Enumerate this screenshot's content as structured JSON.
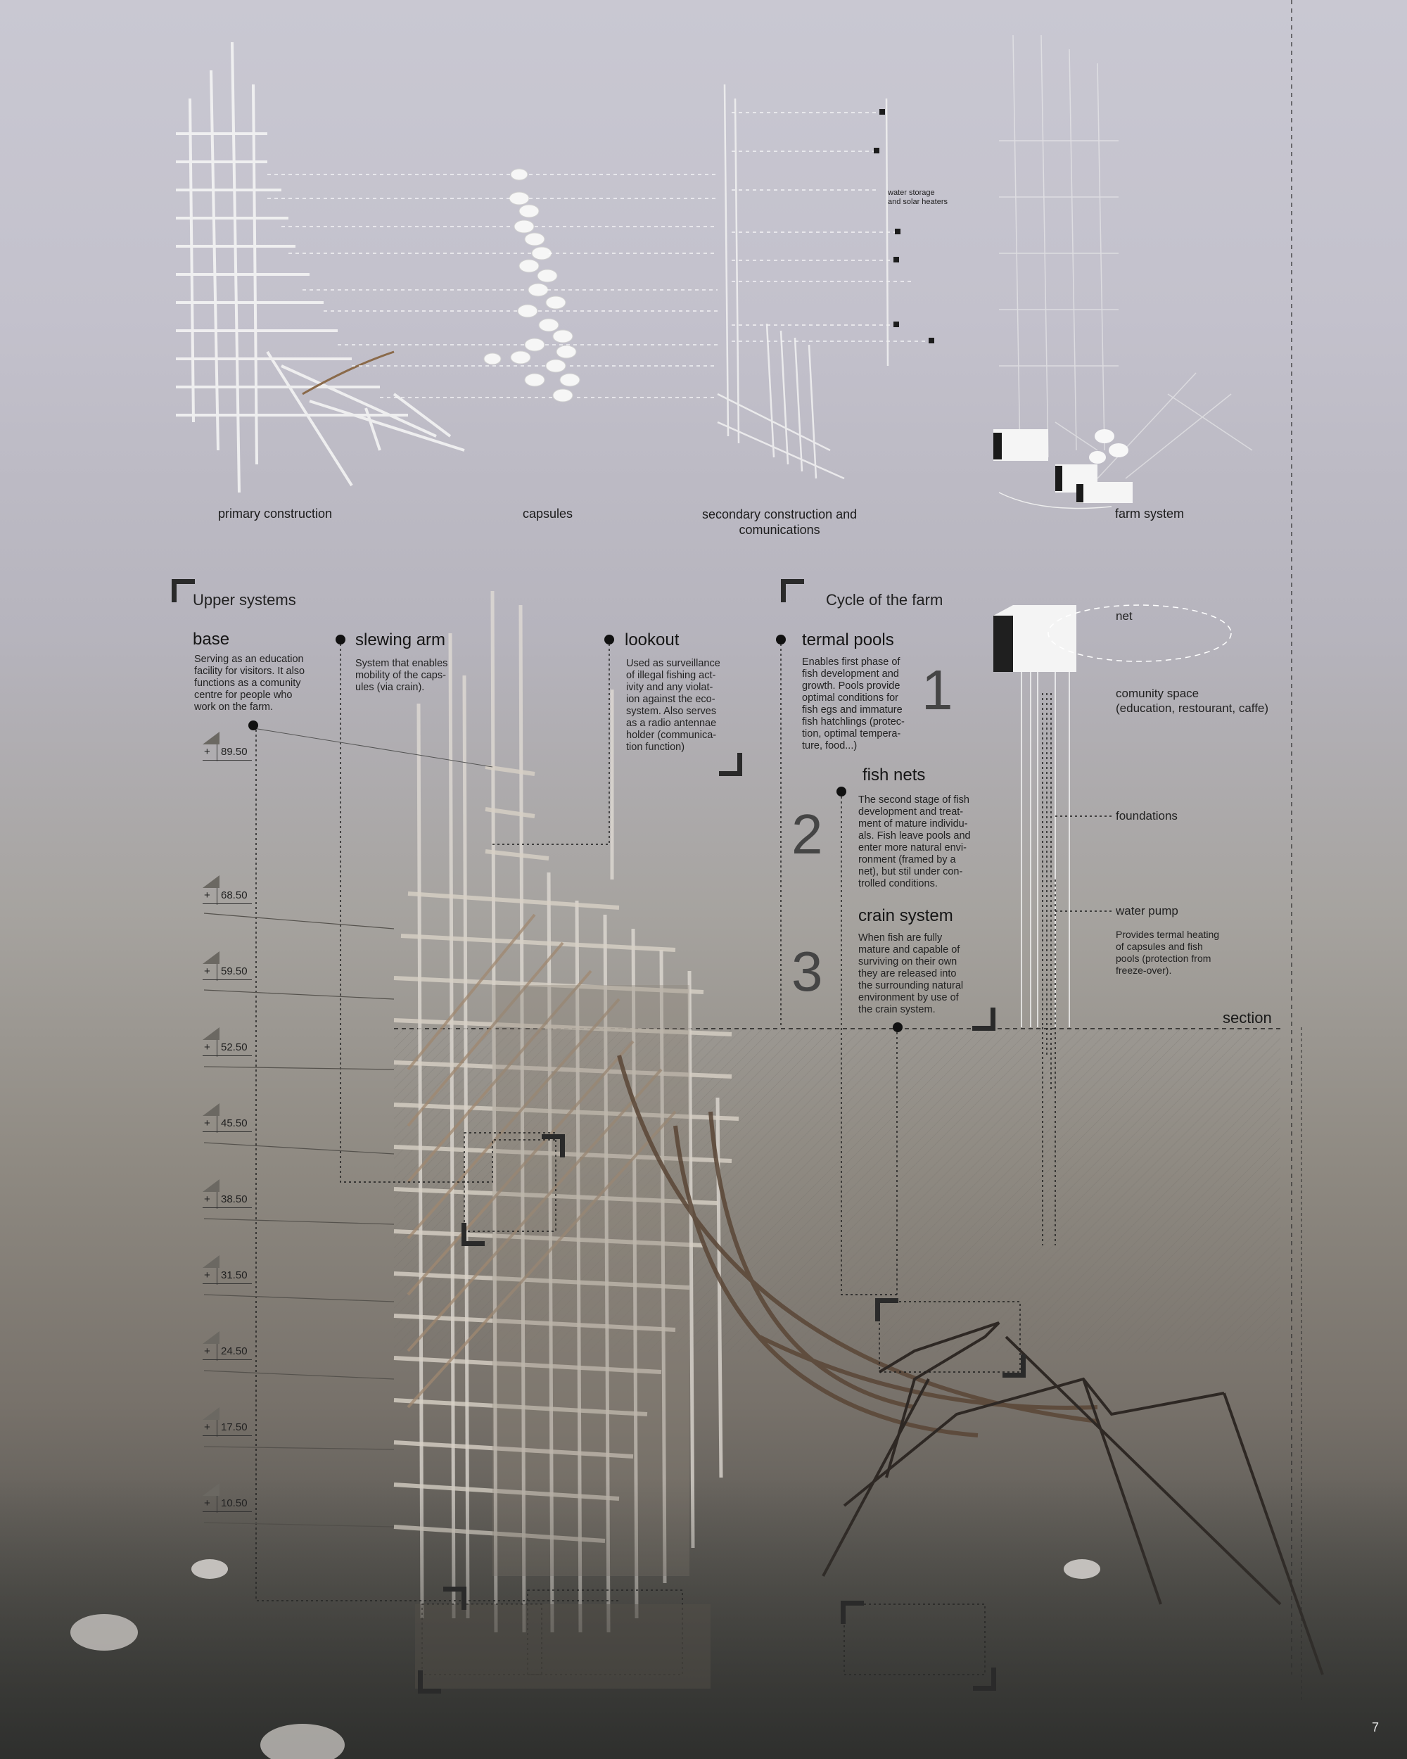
{
  "captions": {
    "primary": "primary construction",
    "capsules": "capsules",
    "secondary": "secondary construction and\ncomunications",
    "farm": "farm system",
    "water_storage": "water storage\nand solar heaters"
  },
  "upper_systems": {
    "title": "Upper systems",
    "base": {
      "title": "base",
      "desc": "Serving as an education\nfacility for visitors. It also\nfunctions as a comunity\ncentre for people who\nwork on the farm."
    },
    "slewing": {
      "title": "slewing arm",
      "desc": "System that enables\nmobility of the caps-\nules (via crain)."
    },
    "lookout": {
      "title": "lookout",
      "desc": "Used as surveillance\nof illegal fishing act-\nivity and any violat-\nion against the eco-\nsystem. Also serves\nas a radio antennae\nholder (communica-\ntion function)"
    }
  },
  "cycle": {
    "title": "Cycle of the farm",
    "termal": {
      "num": "1",
      "title": "termal pools",
      "desc": "Enables first phase of\nfish development and\ngrowth. Pools provide\noptimal conditions for\nfish egs and immature\nfish hatchlings (protec-\ntion, optimal tempera-\nture, food...)"
    },
    "nets": {
      "num": "2",
      "title": "fish nets",
      "desc": "The second stage of fish\ndevelopment and treat-\nment of mature individu-\nals. Fish leave pools and\nenter more natural envi-\nronment (framed by a\nnet), but stil under con-\ntrolled conditions."
    },
    "crain": {
      "num": "3",
      "title": "crain system",
      "desc": "When fish are fully\nmature and capable of\nsurviving on their own\nthey are released into\nthe surrounding natural\nenvironment by use of\nthe crain system."
    }
  },
  "farm_labels": {
    "net": "net",
    "community": "comunity space\n(education, restourant, caffe)",
    "foundations": "foundations",
    "pump": "water pump",
    "pump_desc": "Provides termal heating\nof capsules and fish\npools (protection from\nfreeze-over).",
    "section": "section"
  },
  "levels": [
    {
      "sign": "+",
      "value": "89.50"
    },
    {
      "sign": "+",
      "value": "68.50"
    },
    {
      "sign": "+",
      "value": "59.50"
    },
    {
      "sign": "+",
      "value": "52.50"
    },
    {
      "sign": "+",
      "value": "45.50"
    },
    {
      "sign": "+",
      "value": "38.50"
    },
    {
      "sign": "+",
      "value": "31.50"
    },
    {
      "sign": "+",
      "value": "24.50"
    },
    {
      "sign": "+",
      "value": "17.50"
    },
    {
      "sign": "+",
      "value": "10.50"
    }
  ],
  "page_number": "7"
}
